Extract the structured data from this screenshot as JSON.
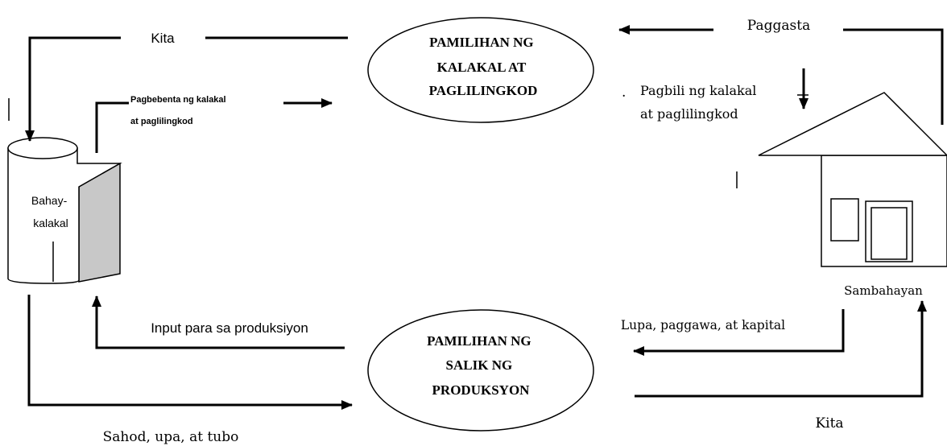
{
  "markets": {
    "goods": {
      "lines": [
        "PAMILIHAN NG",
        "KALAKAL AT",
        "PAGLILINGKOD"
      ]
    },
    "factors": {
      "lines": [
        "PAMILIHAN NG",
        "SALIK NG",
        "PRODUKSYON"
      ]
    }
  },
  "business": {
    "label_lines": [
      "Bahay-",
      "kalakal"
    ]
  },
  "household": {
    "label": "Sambahayan"
  },
  "flows": {
    "kita_top": "Kita",
    "paggasta": "Paggasta",
    "pagbebenta": [
      "Pagbebenta ng kalakal",
      "at paglilingkod"
    ],
    "pagbili_bullet": ".",
    "pagbili": [
      "Pagbili ng kalakal",
      "at paglilingkod"
    ],
    "input": "Input para sa produksiyon",
    "lupa": "Lupa, paggawa, at kapital",
    "sahod": "Sahod, upa, at tubo",
    "kita_bottom": "Kita"
  }
}
